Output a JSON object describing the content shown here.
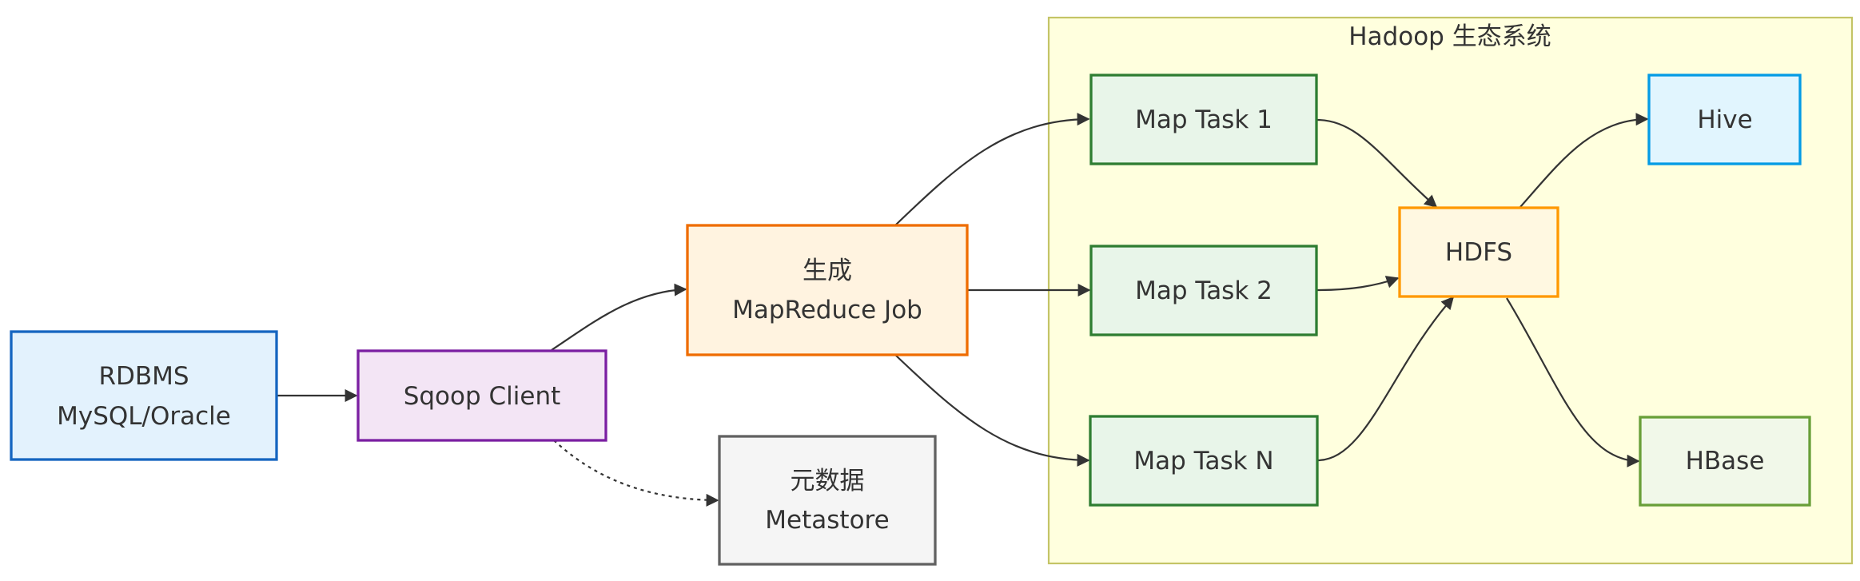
{
  "cluster": {
    "title": "Hadoop 生态系统",
    "fill": "#ffffde",
    "stroke": "#c4c466"
  },
  "nodes": {
    "rdbms": {
      "line1": "RDBMS",
      "line2": "MySQL/Oracle",
      "fill": "#e3f2fd",
      "stroke": "#1565c0"
    },
    "sqoop": {
      "line1": "Sqoop Client",
      "fill": "#f3e5f5",
      "stroke": "#7b1fa2"
    },
    "job": {
      "line1": "生成",
      "line2": "MapReduce Job",
      "fill": "#fff3e0",
      "stroke": "#ef6c00"
    },
    "meta": {
      "line1": "元数据",
      "line2": "Metastore",
      "fill": "#f5f5f5",
      "stroke": "#616161"
    },
    "map1": {
      "line1": "Map Task 1",
      "fill": "#e8f5e9",
      "stroke": "#2e7d32"
    },
    "map2": {
      "line1": "Map Task 2",
      "fill": "#e8f5e9",
      "stroke": "#2e7d32"
    },
    "mapn": {
      "line1": "Map Task N",
      "fill": "#e8f5e9",
      "stroke": "#2e7d32"
    },
    "hdfs": {
      "line1": "HDFS",
      "fill": "#fff8e1",
      "stroke": "#ff9800"
    },
    "hive": {
      "line1": "Hive",
      "fill": "#e1f5fe",
      "stroke": "#039be5"
    },
    "hbase": {
      "line1": "HBase",
      "fill": "#f1f8e9",
      "stroke": "#689f38"
    }
  },
  "edges": [
    {
      "from": "rdbms",
      "to": "sqoop",
      "style": "solid"
    },
    {
      "from": "sqoop",
      "to": "job",
      "style": "solid"
    },
    {
      "from": "sqoop",
      "to": "meta",
      "style": "dotted"
    },
    {
      "from": "job",
      "to": "map1",
      "style": "solid"
    },
    {
      "from": "job",
      "to": "map2",
      "style": "solid"
    },
    {
      "from": "job",
      "to": "mapn",
      "style": "solid"
    },
    {
      "from": "map1",
      "to": "hdfs",
      "style": "solid"
    },
    {
      "from": "map2",
      "to": "hdfs",
      "style": "solid"
    },
    {
      "from": "mapn",
      "to": "hdfs",
      "style": "solid"
    },
    {
      "from": "hdfs",
      "to": "hive",
      "style": "solid"
    },
    {
      "from": "hdfs",
      "to": "hbase",
      "style": "solid"
    }
  ]
}
